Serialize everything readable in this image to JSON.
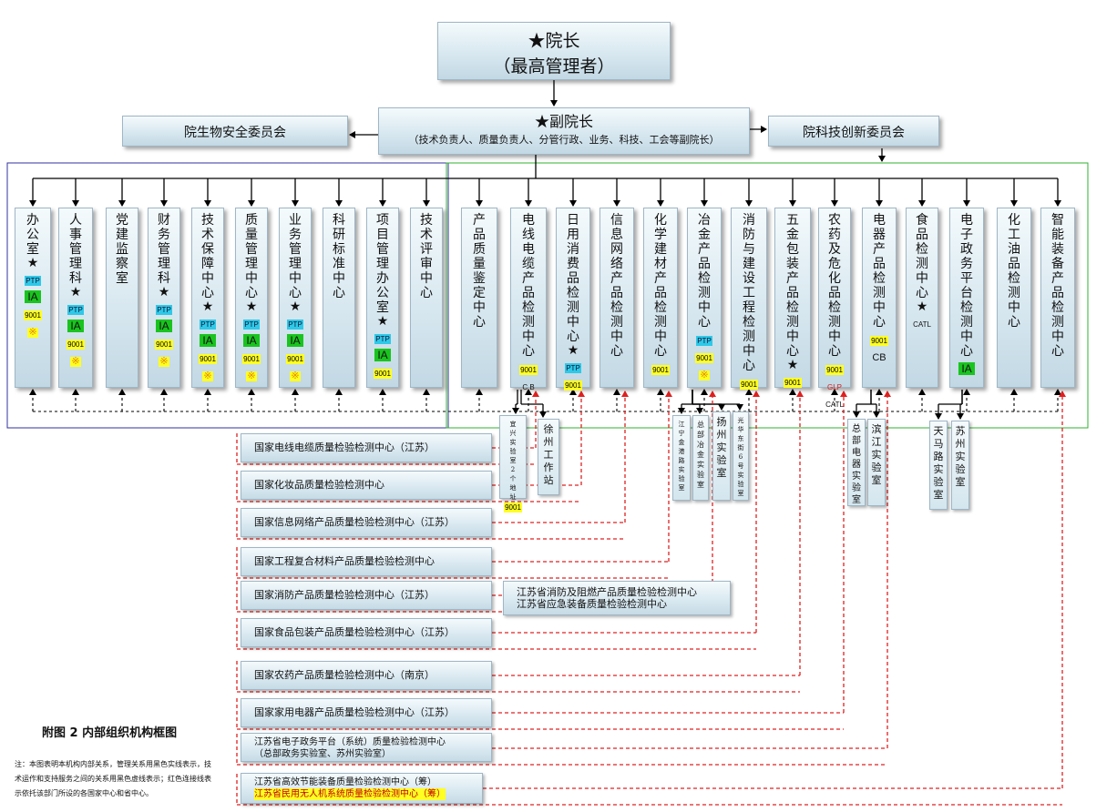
{
  "president": {
    "line1": "★院长",
    "line2": "（最高管理者）"
  },
  "vice": {
    "title": "★副院长",
    "subtitle": "（技术负责人、质量负责人、分管行政、业务、科技、工会等副院长）"
  },
  "committees": {
    "left": "院生物安全委员会",
    "right": "院科技创新委员会"
  },
  "departments": [
    {
      "name": "办公室",
      "star": true,
      "tags": [
        {
          "t": "PTP",
          "c": "ptp"
        },
        {
          "t": "IA",
          "c": "ia"
        },
        {
          "t": "9001",
          "c": "n9001"
        },
        {
          "t": "※",
          "c": "mark"
        }
      ]
    },
    {
      "name": "人事管理科",
      "star": true,
      "tags": [
        {
          "t": "PTP",
          "c": "ptp"
        },
        {
          "t": "IA",
          "c": "ia"
        },
        {
          "t": "9001",
          "c": "n9001"
        },
        {
          "t": "※",
          "c": "mark"
        }
      ]
    },
    {
      "name": "党建监察室",
      "star": false,
      "tags": []
    },
    {
      "name": "财务管理科",
      "star": true,
      "tags": [
        {
          "t": "PTP",
          "c": "ptp"
        },
        {
          "t": "IA",
          "c": "ia"
        },
        {
          "t": "9001",
          "c": "n9001"
        },
        {
          "t": "※",
          "c": "mark"
        }
      ]
    },
    {
      "name": "技术保障中心",
      "star": true,
      "tags": [
        {
          "t": "PTP",
          "c": "ptp"
        },
        {
          "t": "IA",
          "c": "ia"
        },
        {
          "t": "9001",
          "c": "n9001"
        },
        {
          "t": "※",
          "c": "mark"
        }
      ]
    },
    {
      "name": "质量管理中心",
      "star": true,
      "tags": [
        {
          "t": "PTP",
          "c": "ptp"
        },
        {
          "t": "IA",
          "c": "ia"
        },
        {
          "t": "9001",
          "c": "n9001"
        },
        {
          "t": "※",
          "c": "mark"
        }
      ]
    },
    {
      "name": "业务管理中心",
      "star": true,
      "tags": [
        {
          "t": "PTP",
          "c": "ptp"
        },
        {
          "t": "IA",
          "c": "ia"
        },
        {
          "t": "9001",
          "c": "n9001"
        },
        {
          "t": "※",
          "c": "mark"
        }
      ]
    },
    {
      "name": "科研标准中心",
      "star": false,
      "tags": []
    },
    {
      "name": "项目管理办公室",
      "star": true,
      "tags": [
        {
          "t": "PTP",
          "c": "ptp"
        },
        {
          "t": "IA",
          "c": "ia"
        },
        {
          "t": "9001",
          "c": "n9001"
        }
      ]
    },
    {
      "name": "技术评审中心",
      "star": false,
      "tags": []
    },
    {
      "name": "产品质量鉴定中心",
      "star": false,
      "tags": []
    },
    {
      "name": "电线电缆产品检测中心",
      "star": false,
      "tags": [
        {
          "t": "9001",
          "c": "n9001"
        },
        {
          "t": "C B",
          "c": "plain"
        }
      ]
    },
    {
      "name": "日用消费品检测中心",
      "star": true,
      "tags": [
        {
          "t": "PTP",
          "c": "ptp"
        },
        {
          "t": "9001",
          "c": "n9001"
        }
      ]
    },
    {
      "name": "信息网络产品检测中心",
      "star": false,
      "tags": []
    },
    {
      "name": "化学建材产品检测中心",
      "star": false,
      "tags": [
        {
          "t": "9001",
          "c": "n9001"
        }
      ]
    },
    {
      "name": "冶金产品检测中心",
      "star": false,
      "tags": [
        {
          "t": "PTP",
          "c": "ptp"
        },
        {
          "t": "9001",
          "c": "n9001"
        },
        {
          "t": "※",
          "c": "mark"
        }
      ]
    },
    {
      "name": "消防与建设工程检测中心",
      "star": false,
      "tags": [
        {
          "t": "9001",
          "c": "n9001"
        }
      ]
    },
    {
      "name": "五金包装产品检测中心",
      "star": true,
      "tags": [
        {
          "t": "9001",
          "c": "n9001"
        }
      ]
    },
    {
      "name": "农药及危化品检测中心",
      "star": false,
      "tags": [
        {
          "t": "9001",
          "c": "n9001"
        },
        {
          "t": "GLP",
          "c": "glp"
        },
        {
          "t": "CATL",
          "c": "plain"
        }
      ]
    },
    {
      "name": "电器产品检测中心",
      "star": false,
      "tags": [
        {
          "t": "9001",
          "c": "n9001"
        },
        {
          "t": "CB",
          "c": "cb"
        }
      ]
    },
    {
      "name": "食品检测中心",
      "star": true,
      "tags": [
        {
          "t": "CATL",
          "c": "plain"
        }
      ]
    },
    {
      "name": "电子政务平台检测中心",
      "star": false,
      "tags": [
        {
          "t": "IA",
          "c": "ia"
        }
      ]
    },
    {
      "name": "化工油品检测中心",
      "star": false,
      "tags": []
    },
    {
      "name": "智能装备产品检测中心",
      "star": false,
      "tags": []
    }
  ],
  "sub_units": [
    {
      "name": "宜兴实验室2个地址",
      "tag": "9001"
    },
    {
      "name": "徐州工作站",
      "tag": ""
    },
    {
      "name": "江宁金港路实验室",
      "tag": ""
    },
    {
      "name": "总部冶金实验室",
      "tag": ""
    },
    {
      "name": "扬州实验室",
      "tag": ""
    },
    {
      "name": "光华东街6号实验室",
      "tag": ""
    },
    {
      "name": "总部电器实验室",
      "tag": ""
    },
    {
      "name": "滨江实验室",
      "tag": ""
    },
    {
      "name": "天马路实验室",
      "tag": ""
    },
    {
      "name": "苏州实验室",
      "tag": ""
    }
  ],
  "national_centers": [
    {
      "text": "国家电线电缆质量检验检测中心（江苏）"
    },
    {
      "text": "国家化妆品质量检验检测中心"
    },
    {
      "text": "国家信息网络产品质量检验检测中心（江苏）"
    },
    {
      "text": "国家工程复合材料产品质量检验检测中心"
    },
    {
      "text": "国家消防产品质量检验检测中心（江苏）"
    },
    {
      "text": "国家食品包装产品质量检验检测中心（江苏）"
    },
    {
      "text": "国家农药产品质量检验检测中心（南京）"
    },
    {
      "text": "国家家用电器产品质量检验检测中心（江苏）"
    },
    {
      "text": "江苏省电子政务平台（系统）质量检验检测中心",
      "text2": "（总部政务实验室、苏州实验室）"
    },
    {
      "text": "江苏省高效节能装备质量检验检测中心（筹）",
      "text2": "江苏省民用无人机系统质量检验检测中心（筹）"
    }
  ],
  "provincial_fire": {
    "line1": "江苏省消防及阻燃产品质量检验检测中心",
    "line2": "江苏省应急装备质量检验检测中心"
  },
  "figure_title": "附图 2  内部组织机构框图",
  "note": "注：本图表明本机构内部关系，管理关系用黑色实线表示，技术运作和支持服务之间的关系用黑色虚线表示；红色连接线表示依托该部门所设的各国家中心和省中心。",
  "colors": {
    "ptp": "#2ec9e8",
    "ia": "#19c41e",
    "n9001": "#ffff22",
    "red": "#e02020",
    "blue_frame": "#3030a0",
    "green_frame": "#30b030"
  }
}
